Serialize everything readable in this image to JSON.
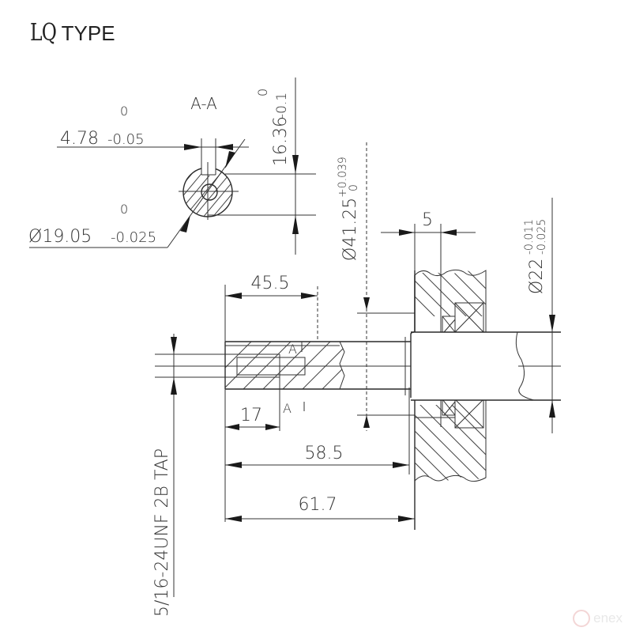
{
  "title": {
    "prefix": "LQ",
    "suffix": "TYPE"
  },
  "section_label": "A-A",
  "dimensions": {
    "key_width": {
      "value": "4.78",
      "upper_tol": "0",
      "lower_tol": "-0.05"
    },
    "key_depth": {
      "value": "16.36",
      "upper_tol": "0",
      "lower_tol": "-0.1"
    },
    "shaft_diameter": {
      "value": "Ø19.05",
      "upper_tol": "0",
      "lower_tol": "-0.025"
    },
    "flange_bore": {
      "value": "Ø41.25",
      "upper_tol": "+0.039",
      "lower_tol": "0"
    },
    "seal_width": {
      "value": "5"
    },
    "crank_diameter": {
      "value": "Ø22",
      "upper_tol": "-0.011",
      "lower_tol": "-0.025"
    },
    "keyway_length": {
      "value": "45.5"
    },
    "tap_depth": {
      "value": "17"
    },
    "shaft_length_inner": {
      "value": "58.5"
    },
    "shaft_length_total": {
      "value": "61.7"
    },
    "thread_callout": "5/16-24UNF 2B TAP"
  },
  "section_marks": {
    "upper": "A",
    "lower": "A"
  },
  "watermark": "enex"
}
